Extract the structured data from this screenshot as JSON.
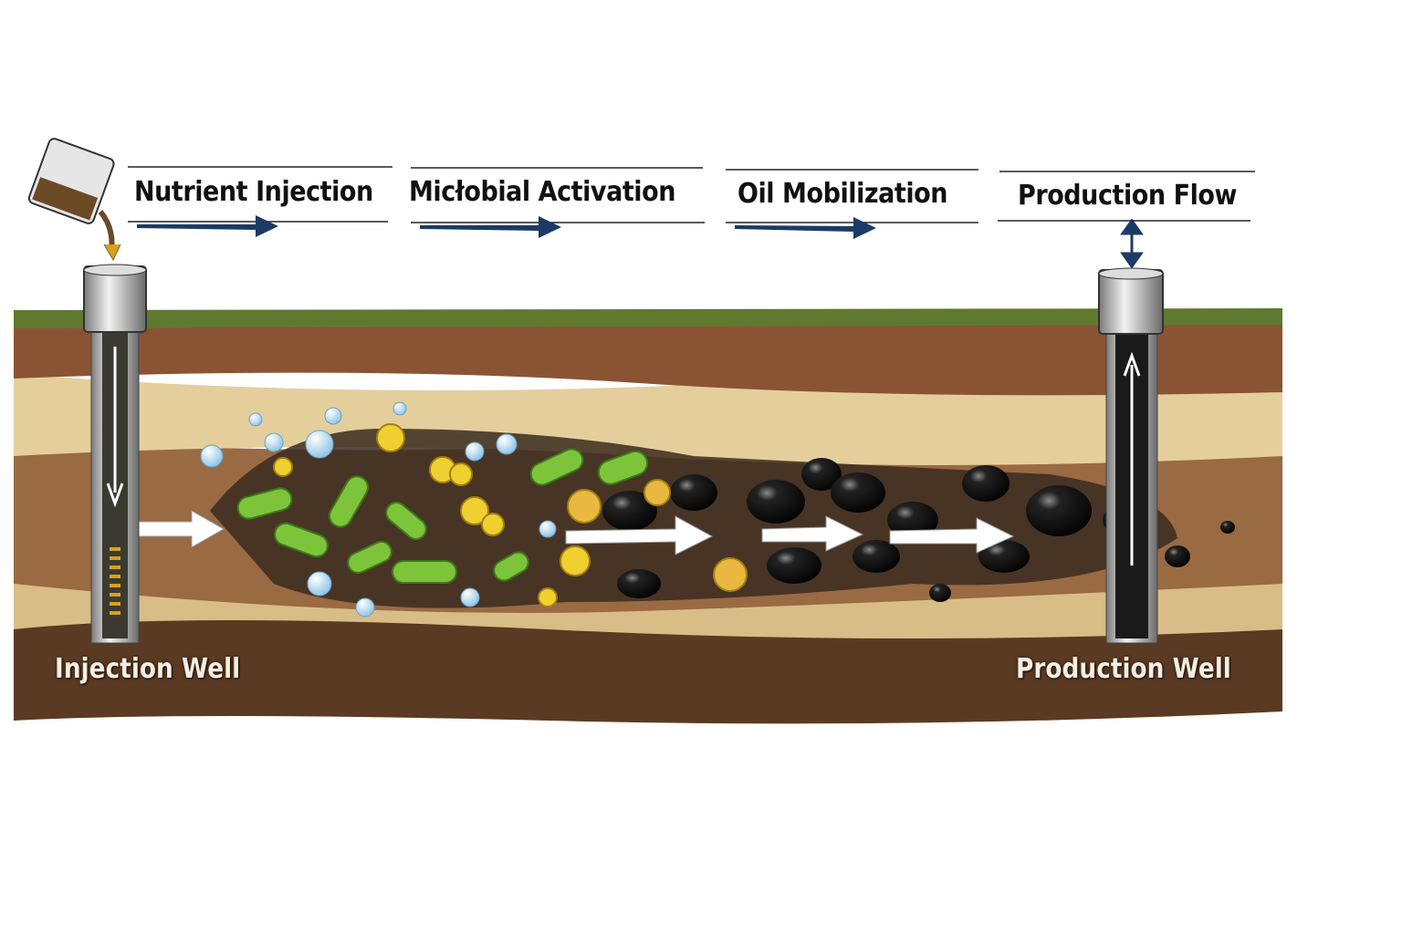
{
  "stages": [
    {
      "label": "Nutrient Injection"
    },
    {
      "label": "Micłobial Activation"
    },
    {
      "label": "Oil Mobilization"
    },
    {
      "label": "Production Flow"
    }
  ],
  "wells": {
    "injection": "Injection Well",
    "production": "Production Well"
  },
  "colors": {
    "arrow": "#1c3a66",
    "grass": "#5f7a2e",
    "topsoil": "#8a5434",
    "sand": "#e4cf9c",
    "reservoir": "#9a6a43",
    "bedrock": "#5a3a22",
    "oil": "#141414",
    "microbe": "#7ec43a"
  }
}
